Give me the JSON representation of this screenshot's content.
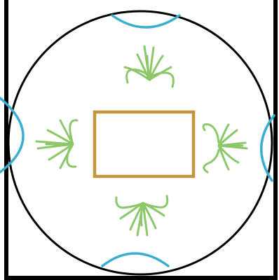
{
  "diagram": {
    "colors": {
      "background": "#ffffff",
      "frame": "#000000",
      "circle": "#000000",
      "arcs": "#3aaed0",
      "rectangle": "#c0963e",
      "sprouts": "#8cc86a"
    },
    "shapes": {
      "frame": "square-outline",
      "circle": "circle-outline",
      "rectangle": "rectangle-outline",
      "arcs": [
        "top-arc",
        "right-arc",
        "bottom-arc",
        "left-arc"
      ],
      "sprouts": [
        "top-sprout",
        "right-sprout",
        "bottom-sprout",
        "left-sprout"
      ]
    }
  }
}
